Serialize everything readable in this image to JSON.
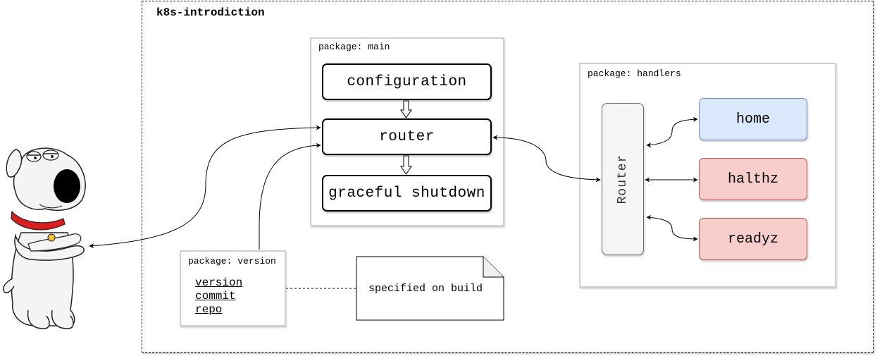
{
  "frame": {
    "title": "k8s-introdiction"
  },
  "main_package": {
    "label": "package: main",
    "nodes": {
      "configuration": "configuration",
      "router": "router",
      "graceful_shutdown": "graceful shutdown"
    }
  },
  "handlers_package": {
    "label": "package: handlers",
    "router": "Router",
    "handlers": {
      "home": "home",
      "halthz": "halthz",
      "readyz": "readyz"
    }
  },
  "version_package": {
    "label": "package: version",
    "items": [
      "version",
      "commit",
      "repo"
    ]
  },
  "note": {
    "text": "specified on build"
  },
  "colors": {
    "home_fill": "#dae8fc",
    "home_stroke": "#6c8ebf",
    "health_fill": "#f8cecc",
    "health_stroke": "#b85450",
    "router_fill": "#f5f5f5",
    "package_border": "#cfcfcf"
  },
  "icons": {
    "mascot": "cartoon-dog-mascot-icon",
    "arrow": "hollow-down-arrow-icon"
  }
}
